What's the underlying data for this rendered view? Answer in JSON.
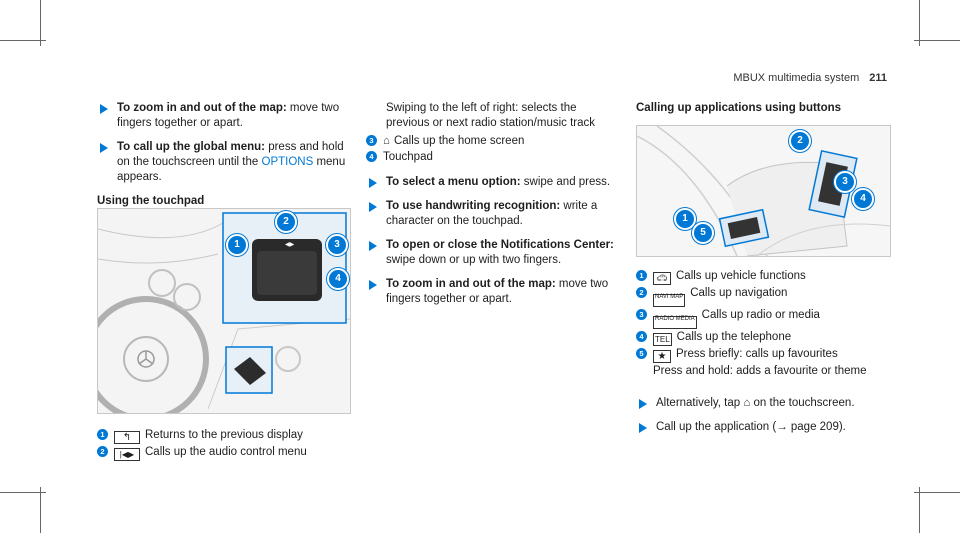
{
  "header": {
    "section": "MBUX multimedia system",
    "page": "211"
  },
  "col1": {
    "bullets": [
      {
        "bold": "To zoom in and out of the map:",
        "text": " move two fingers together or apart."
      },
      {
        "bold": "To call up the global menu:",
        "text": " press and hold on the touchscreen until the ",
        "link": "OPTIONS",
        "text2": " menu appears."
      }
    ],
    "heading": "Using the touchpad",
    "legend": [
      {
        "n": "1",
        "text": "Returns to the previous display"
      },
      {
        "n": "2",
        "text": "Calls up the audio control menu"
      }
    ],
    "callouts": [
      "1",
      "2",
      "3",
      "4"
    ]
  },
  "col2": {
    "cont": "Swiping to the left of right: selects the previous or next radio station/music track",
    "legend": [
      {
        "n": "3",
        "text": "Calls up the home screen"
      },
      {
        "n": "4",
        "text": "Touchpad"
      }
    ],
    "bullets": [
      {
        "bold": "To select a menu option:",
        "text": " swipe and press."
      },
      {
        "bold": "To use handwriting recognition:",
        "text": " write a character on the touchpad."
      },
      {
        "bold": "To open or close the Notifications Center:",
        "text": " swipe down or up with two fingers."
      },
      {
        "bold": "To zoom in and out of the map:",
        "text": " move two fingers together or apart."
      }
    ]
  },
  "col3": {
    "heading": "Calling up applications using buttons",
    "callouts": [
      "1",
      "2",
      "3",
      "4",
      "5"
    ],
    "legend": [
      {
        "n": "1",
        "text": "Calls up vehicle functions"
      },
      {
        "n": "2",
        "icon": "NAVI MAP",
        "text": "Calls up navigation"
      },
      {
        "n": "3",
        "icon": "RADIO MEDIA",
        "text": "Calls up radio or media"
      },
      {
        "n": "4",
        "icon": "TEL",
        "text": "Calls up the telephone"
      },
      {
        "n": "5",
        "text": "Press briefly: calls up favourites"
      }
    ],
    "legend_cont": "Press and hold: adds a favourite or theme",
    "bullets": [
      {
        "pre": "Alternatively, tap ",
        "post": " on the touchscreen."
      },
      {
        "pre": "Call up the application (",
        "arrow": "→",
        "post": " page 209)."
      }
    ]
  },
  "colors": {
    "accent": "#0078d6"
  }
}
